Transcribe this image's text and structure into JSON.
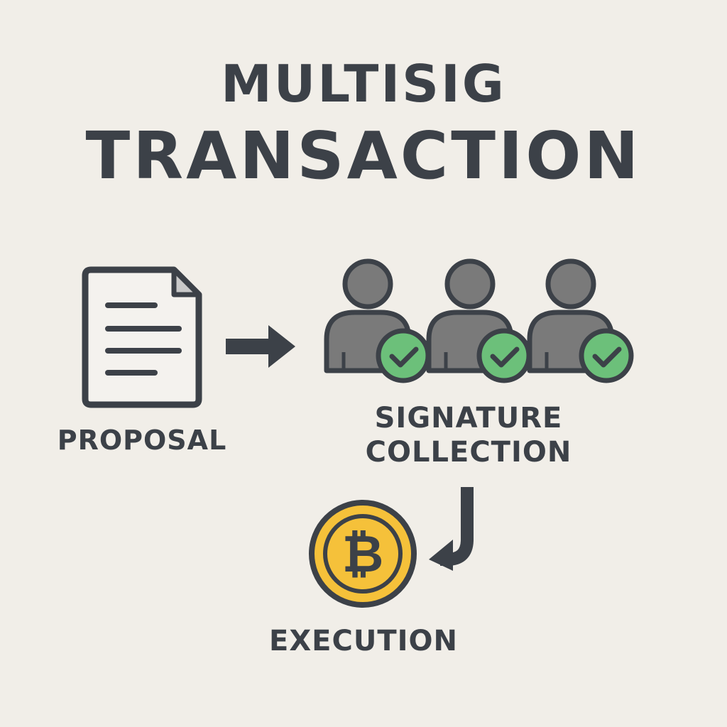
{
  "title": {
    "line1": "MULTISIG",
    "line2": "TRANSACTION"
  },
  "steps": [
    {
      "id": "proposal",
      "label": "PROPOSAL",
      "icon": "document-icon"
    },
    {
      "id": "signature-collection",
      "label_line1": "SIGNATURE",
      "label_line2": "COLLECTION",
      "icon": "signers-icon",
      "signer_count": 3,
      "signed_count": 3
    },
    {
      "id": "execution",
      "label": "EXECUTION",
      "icon": "bitcoin-coin-icon"
    }
  ],
  "colors": {
    "background": "#f1eee8",
    "text": "#3c4148",
    "outline": "#3c4148",
    "person_fill": "#7a7a7a",
    "check_green": "#6cc07a",
    "coin_yellow": "#f5c13a",
    "paper": "#f4f2ee",
    "page_corner": "#c9c9c9"
  }
}
